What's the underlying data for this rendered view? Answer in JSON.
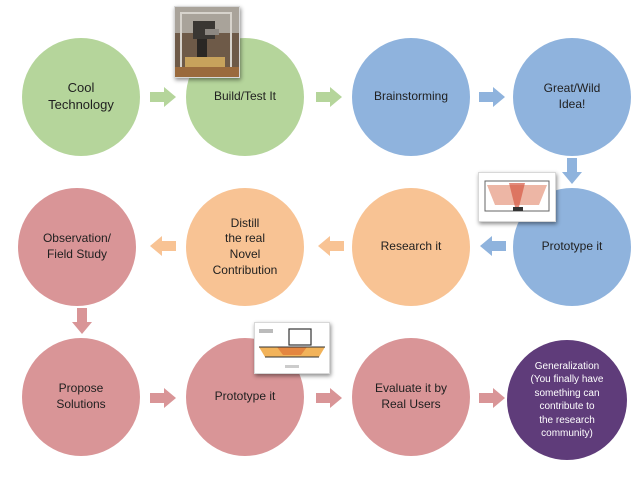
{
  "nodes": {
    "cool_technology": "Cool\nTechnology",
    "build_test": "Build/Test It",
    "brainstorming": "Brainstorming",
    "great_idea": "Great/Wild\nIdea!",
    "prototype_1": "Prototype it",
    "research": "Research it",
    "distill": "Distill\nthe real\nNovel\nContribution",
    "observation": "Observation/\nField Study",
    "propose": "Propose\nSolutions",
    "prototype_2": "Prototype it",
    "evaluate": "Evaluate it by\nReal Users",
    "generalization": "Generalization\n(You finally have\nsomething can\ncontribute to\nthe research\ncommunity)"
  },
  "colors": {
    "green": "#b5d59b",
    "blue": "#8fb3dd",
    "orange": "#f8c394",
    "red": "#d99597",
    "purple": "#5f3c7a",
    "arrow_green": "#b5d59b",
    "arrow_blue": "#8fb3dd",
    "arrow_orange": "#f8c394",
    "arrow_red": "#d99597"
  }
}
